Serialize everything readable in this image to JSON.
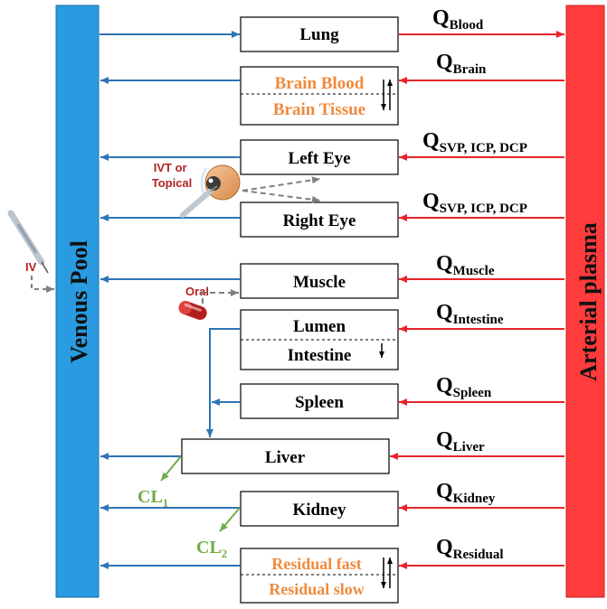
{
  "pools": {
    "venous": "Venous Pool",
    "arterial": "Arterial plasma"
  },
  "organs": {
    "lung": "Lung",
    "brain_blood": "Brain Blood",
    "brain_tissue": "Brain Tissue",
    "left_eye": "Left Eye",
    "right_eye": "Right Eye",
    "muscle": "Muscle",
    "lumen": "Lumen",
    "intestine": "Intestine",
    "spleen": "Spleen",
    "liver": "Liver",
    "kidney": "Kidney",
    "residual_fast": "Residual fast",
    "residual_slow": "Residual slow"
  },
  "flows": {
    "symbol": "Q",
    "blood": "Blood",
    "brain": "Brain",
    "eye_left": "SVP, ICP, DCP",
    "eye_right": "SVP, ICP, DCP",
    "muscle": "Muscle",
    "intestine": "Intestine",
    "spleen": "Spleen",
    "liver": "Liver",
    "kidney": "Kidney",
    "residual": "Residual"
  },
  "clearance": {
    "symbol": "CL",
    "liver_sub": "1",
    "kidney_sub": "2"
  },
  "routes": {
    "iv": "IV",
    "ivt_line1": "IVT or",
    "ivt_line2": "Topical",
    "oral": "Oral"
  },
  "colors": {
    "venous": "#2a9be0",
    "arterial": "#ff3b3b",
    "venous_arrow": "#2e74b5",
    "arterial_arrow": "#e8242b",
    "orange_text": "#f08a3c",
    "route_text": "#b22222",
    "clearance_green": "#70ad47",
    "dose_arrow": "#7f7f7f"
  }
}
